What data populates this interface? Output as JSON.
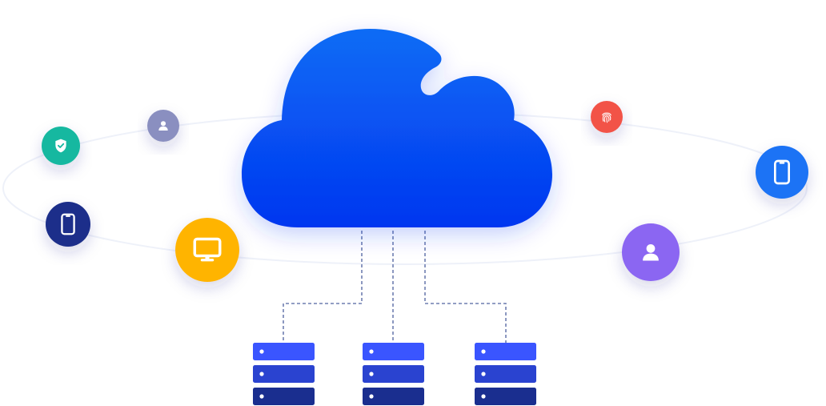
{
  "colors": {
    "background": "#ffffff",
    "cloud_top": "#0a6cf5",
    "cloud_bottom": "#0436f0",
    "orbit": "#eef1f9",
    "connector": "#6f7fb0",
    "server_top": "#3a55ff",
    "server_mid": "#2a43d0",
    "server_bottom": "#1a2e8f",
    "server_led": "#ffffff"
  },
  "nodes": [
    {
      "name": "shield-node",
      "icon": "shield-check-icon",
      "color": "#17b8a0"
    },
    {
      "name": "user-node-small",
      "icon": "user-icon",
      "color": "#8a8fc0"
    },
    {
      "name": "phone-node-dark",
      "icon": "phone-icon",
      "color": "#1b2f8a"
    },
    {
      "name": "monitor-node",
      "icon": "monitor-icon",
      "color": "#ffb400"
    },
    {
      "name": "fingerprint-node",
      "icon": "fingerprint-icon",
      "color": "#f25346"
    },
    {
      "name": "phone-node-blue",
      "icon": "phone-icon",
      "color": "#1a73f5"
    },
    {
      "name": "user-node-large",
      "icon": "user-icon",
      "color": "#8b66f2"
    }
  ],
  "servers": [
    {
      "name": "server-stack-left",
      "icon": "server-stack-icon"
    },
    {
      "name": "server-stack-center",
      "icon": "server-stack-icon"
    },
    {
      "name": "server-stack-right",
      "icon": "server-stack-icon"
    }
  ]
}
